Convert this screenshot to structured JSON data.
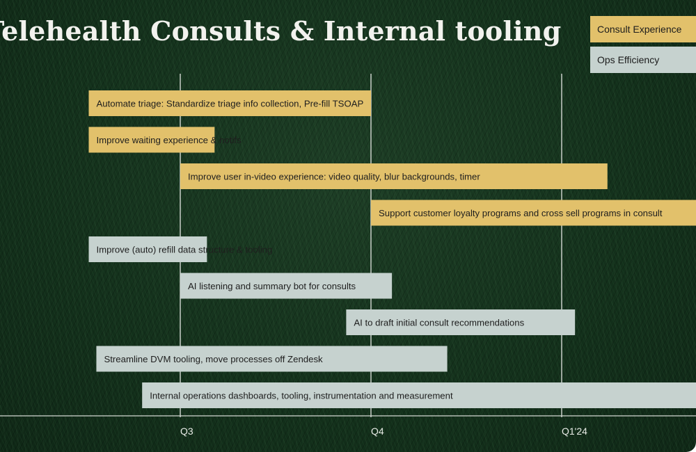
{
  "chart_data": {
    "type": "gantt",
    "title": "Telehealth Consults & Internal tooling",
    "x_ticks": [
      "Q3",
      "Q4",
      "Q1'24"
    ],
    "legend": [
      {
        "name": "Consult Experience",
        "color": "#e2c16b"
      },
      {
        "name": "Ops Efficiency",
        "color": "#c6d2cf"
      }
    ],
    "tasks": [
      {
        "label": "Automate triage: Standardize triage info collection, Pre-fill TSOAP",
        "category": "Consult Experience",
        "start": 1.52,
        "end": 3.0
      },
      {
        "label": "Improve waiting experience & notifs",
        "category": "Consult Experience",
        "start": 1.52,
        "end": 2.18
      },
      {
        "label": "Improve user in-video experience: video quality, blur backgrounds, timer",
        "category": "Consult Experience",
        "start": 2.0,
        "end": 4.24
      },
      {
        "label": "Support customer loyalty programs and cross sell programs in consult",
        "category": "Consult Experience",
        "start": 3.0,
        "end": 4.9
      },
      {
        "label": "Improve (auto) refill data structure & tooling",
        "category": "Ops Efficiency",
        "start": 1.52,
        "end": 2.14
      },
      {
        "label": "AI listening and summary bot for consults",
        "category": "Ops Efficiency",
        "start": 2.0,
        "end": 3.11
      },
      {
        "label": "AI to draft initial consult recommendations",
        "category": "Ops Efficiency",
        "start": 2.87,
        "end": 4.07
      },
      {
        "label": "Streamline DVM tooling, move processes off Zendesk",
        "category": "Ops Efficiency",
        "start": 1.56,
        "end": 3.4
      },
      {
        "label": "Internal operations dashboards, tooling, instrumentation and measurement",
        "category": "Ops Efficiency",
        "start": 1.8,
        "end": 4.9
      }
    ]
  }
}
